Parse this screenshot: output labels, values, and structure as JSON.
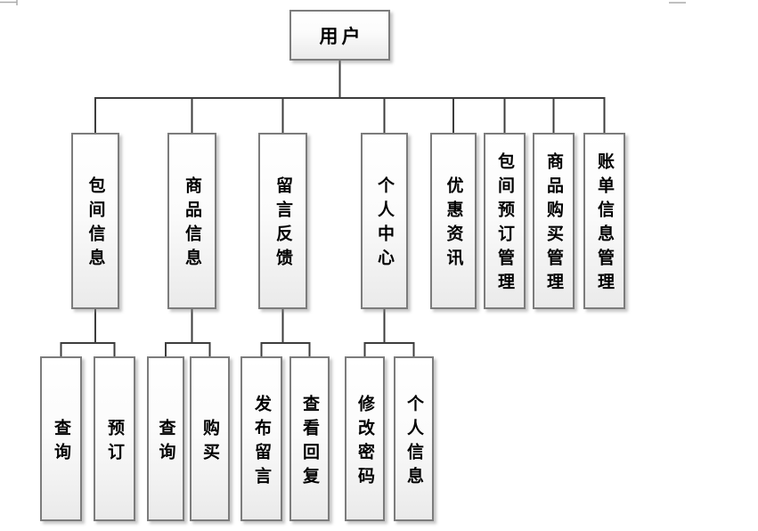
{
  "diagram": {
    "title_node": {
      "label": "用户"
    },
    "branches": [
      {
        "label": "包间信息",
        "children": [
          "查询",
          "预订"
        ]
      },
      {
        "label": "商品信息",
        "children": [
          "查询",
          "购买"
        ]
      },
      {
        "label": "留言反馈",
        "children": [
          "发布留言",
          "查看回复"
        ]
      },
      {
        "label": "个人中心",
        "children": [
          "修改密码",
          "个人信息"
        ]
      },
      {
        "label": "优惠资讯",
        "children": []
      },
      {
        "label": "包间预订管理",
        "children": []
      },
      {
        "label": "商品购买管理",
        "children": []
      },
      {
        "label": "账单信息管理",
        "children": []
      }
    ],
    "colors": {
      "box_border": "#7c7c7c",
      "box_fill_top": "#ffffff",
      "box_fill_bottom": "#eaeaea",
      "connector_line": "#3d3d3d",
      "text": "#000000",
      "background": "#ffffff"
    }
  }
}
